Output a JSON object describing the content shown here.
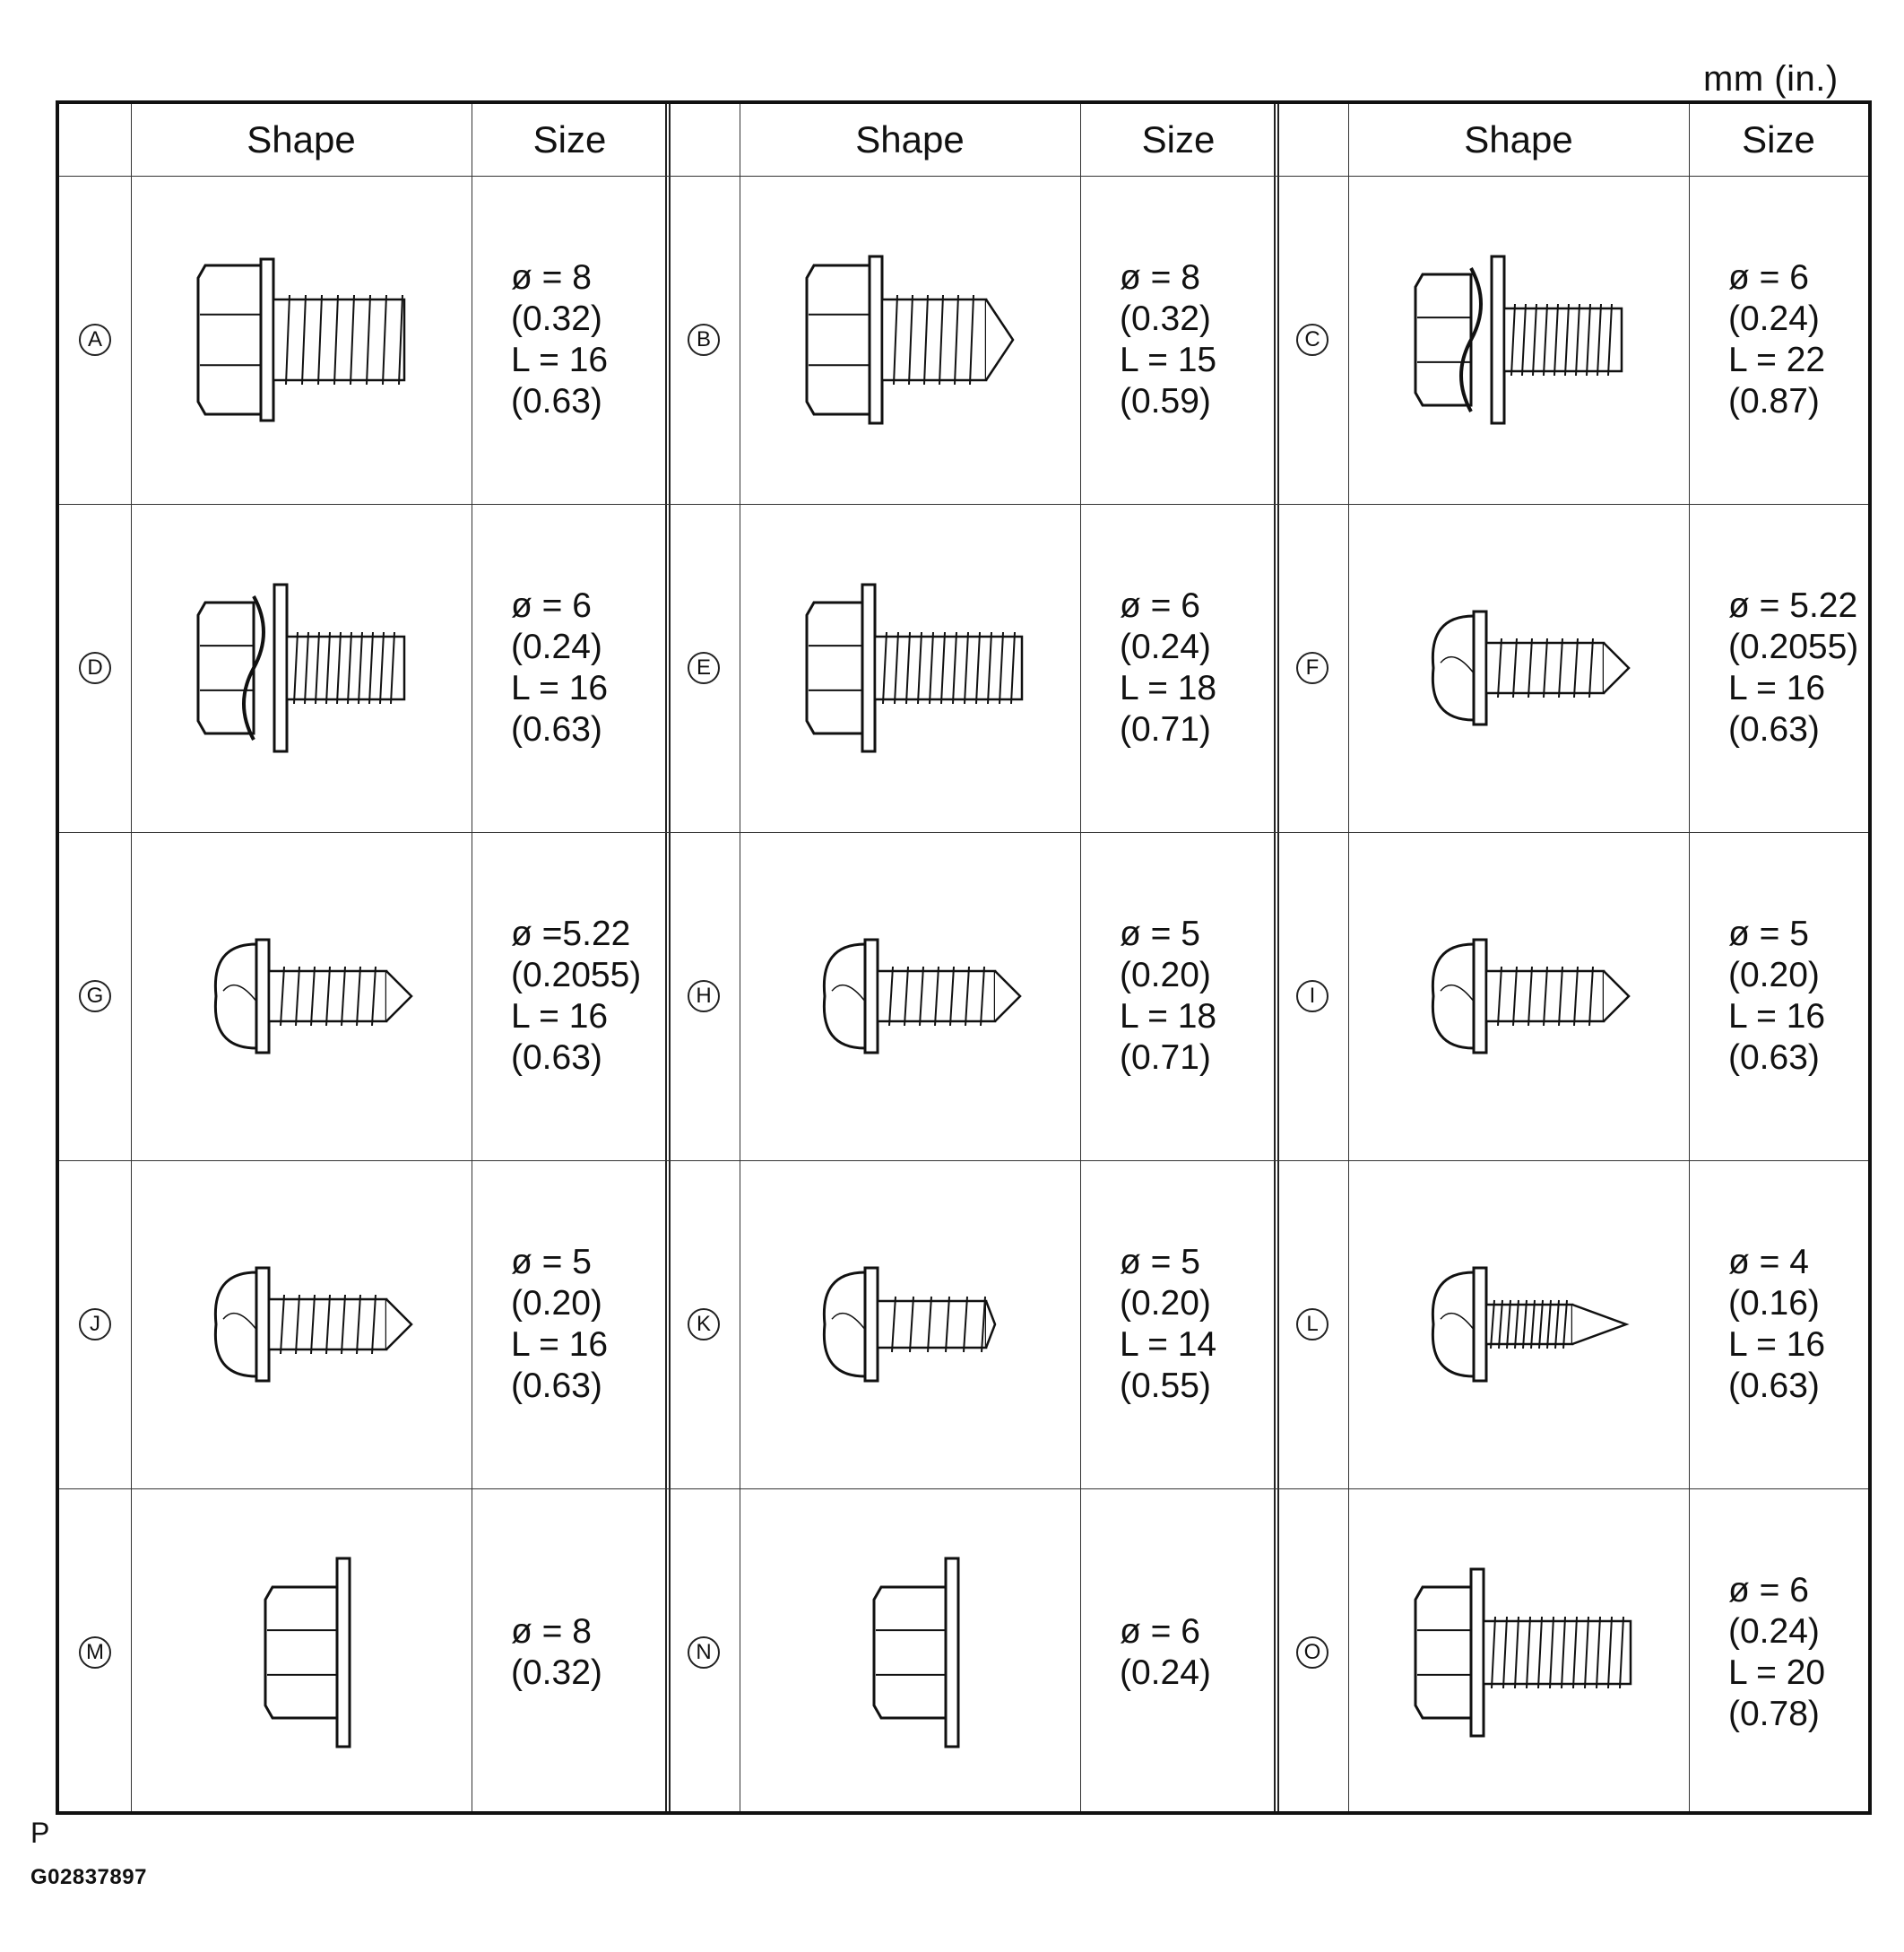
{
  "units": "mm (in.)",
  "headers": {
    "shape": "Shape",
    "size": "Size"
  },
  "rows": [
    [
      {
        "id": "A",
        "icon": "flange-hex-bolt-icon",
        "size": [
          "ø = 8",
          "(0.32)",
          "L = 16",
          "(0.63)"
        ]
      },
      {
        "id": "B",
        "icon": "flange-hex-bolt-pointed-icon",
        "size": [
          "ø = 8",
          "(0.32)",
          "L = 15",
          "(0.59)"
        ]
      },
      {
        "id": "C",
        "icon": "hex-bolt-spring-washer-icon",
        "size": [
          "ø = 6",
          "(0.24)",
          "L = 22",
          "(0.87)"
        ]
      }
    ],
    [
      {
        "id": "D",
        "icon": "hex-bolt-spring-washer-icon",
        "size": [
          "ø = 6",
          "(0.24)",
          "L = 16",
          "(0.63)"
        ]
      },
      {
        "id": "E",
        "icon": "hex-bolt-washer-icon",
        "size": [
          "ø = 6",
          "(0.24)",
          "L = 18",
          "(0.71)"
        ]
      },
      {
        "id": "F",
        "icon": "tapping-screw-icon",
        "size": [
          "ø = 5.22",
          "(0.2055)",
          "L = 16",
          "(0.63)"
        ]
      }
    ],
    [
      {
        "id": "G",
        "icon": "tapping-screw-icon",
        "size": [
          "ø =5.22",
          "(0.2055)",
          "L = 16",
          "(0.63)"
        ]
      },
      {
        "id": "H",
        "icon": "tapping-screw-icon",
        "size": [
          "ø = 5",
          "(0.20)",
          "L = 18",
          "(0.71)"
        ]
      },
      {
        "id": "I",
        "icon": "tapping-screw-icon",
        "size": [
          "ø = 5",
          "(0.20)",
          "L = 16",
          "(0.63)"
        ]
      }
    ],
    [
      {
        "id": "J",
        "icon": "tapping-screw-icon",
        "size": [
          "ø = 5",
          "(0.20)",
          "L = 16",
          "(0.63)"
        ]
      },
      {
        "id": "K",
        "icon": "thread-forming-screw-icon",
        "size": [
          "ø = 5",
          "(0.20)",
          "L = 14",
          "(0.55)"
        ]
      },
      {
        "id": "L",
        "icon": "tapping-screw-fine-icon",
        "size": [
          "ø = 4",
          "(0.16)",
          "L = 16",
          "(0.63)"
        ]
      }
    ],
    [
      {
        "id": "M",
        "icon": "flange-nut-icon",
        "size": [
          "ø = 8",
          "(0.32)"
        ]
      },
      {
        "id": "N",
        "icon": "flange-nut-icon",
        "size": [
          "ø = 6",
          "(0.24)"
        ]
      },
      {
        "id": "O",
        "icon": "hex-bolt-washer-icon",
        "size": [
          "ø = 6",
          "(0.24)",
          "L = 20",
          "(0.78)"
        ]
      }
    ]
  ],
  "footer_mark": "P",
  "figure_code": "G02837897"
}
